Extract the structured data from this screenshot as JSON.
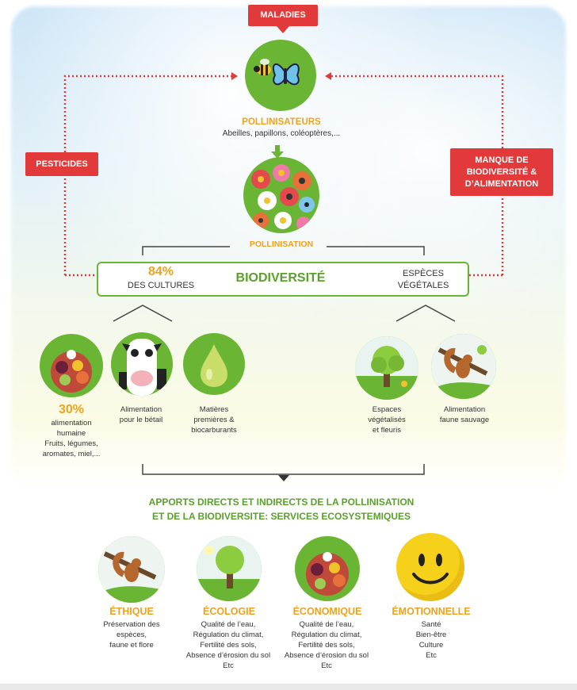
{
  "top": {
    "maladies": "MALADIES",
    "pesticides": "PESTICIDES",
    "manque_line1": "MANQUE DE",
    "manque_line2": "BIODIVERSITÉ &",
    "manque_line3": "D’ALIMENTATION"
  },
  "pollinisateurs": {
    "title": "POLLINISATEURS",
    "subtitle": "Abeilles, papillons, coléoptères,..."
  },
  "pollinisation": {
    "label": "POLLINISATION"
  },
  "biodiversite": {
    "percent": "84%",
    "cultures": "DES CULTURES",
    "title": "BIODIVERSITÉ",
    "especes_line1": "ESPÈCES",
    "especes_line2": "VÉGÉTALES"
  },
  "uses": {
    "humaine": {
      "percent": "30%",
      "lines": [
        "alimentation",
        "humaine",
        "Fruits, légumes,",
        "aromates, miel,..."
      ]
    },
    "betail": {
      "lines": [
        "Alimentation",
        "pour le bétail"
      ]
    },
    "matieres": {
      "lines": [
        "Matières",
        "premières &",
        "biocarburants"
      ]
    },
    "espaces": {
      "lines": [
        "Espaces",
        "végétalisés",
        "et fleuris"
      ]
    },
    "faune": {
      "lines": [
        "Alimentation",
        "faune sauvage"
      ]
    }
  },
  "services": {
    "title_line1": "APPORTS DIRECTS ET INDIRECTS DE LA POLLINISATION",
    "title_line2": "ET DE LA BIODIVERSITE: SERVICES ECOSYSTEMIQUES",
    "items": [
      {
        "title": "ÉTHIQUE",
        "lines": [
          "Préservation des",
          "espèces,",
          "faune et flore"
        ]
      },
      {
        "title": "ÉCOLOGIE",
        "lines": [
          "Qualité de l’eau,",
          "Régulation du climat,",
          "Fertilité des sols,",
          "Absence d’érosion du sol",
          "Etc"
        ]
      },
      {
        "title": "ÉCONOMIQUE",
        "lines": [
          "Qualité de l’eau,",
          "Régulation du climat,",
          "Fertilité des sols,",
          "Absence d’érosion du sol",
          "Etc"
        ]
      },
      {
        "title": "ÉMOTIONNELLE",
        "lines": [
          "Santé",
          "Bien-être",
          "Culture",
          "Etc"
        ]
      }
    ]
  },
  "colors": {
    "green": "#5aa12a",
    "orange": "#f1a21c",
    "red": "#e23a3a"
  }
}
